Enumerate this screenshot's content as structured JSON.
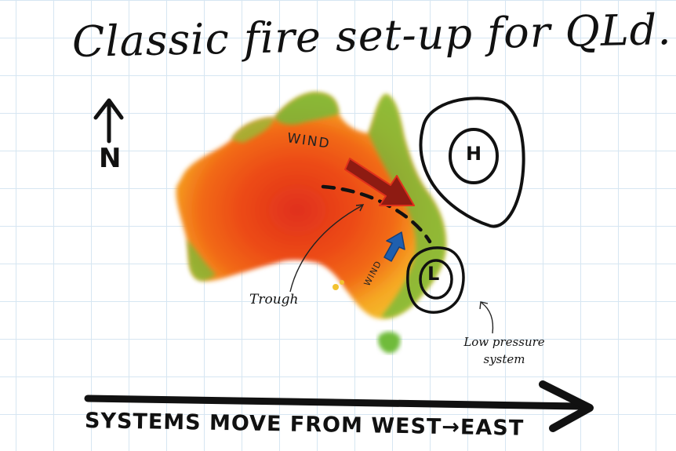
{
  "title": "Classic fire set-up for QLd.",
  "compass": {
    "label": "N",
    "icon": "north-arrow-icon"
  },
  "labels": {
    "wind_main": "WIND",
    "wind_small": "WIND",
    "trough": "Trough",
    "high": "H",
    "low": "L",
    "low_pressure_line1": "Low pressure",
    "low_pressure_line2": "system"
  },
  "bottom_caption": "SYSTEMS MOVE FROM WEST→EAST",
  "colors": {
    "hot_red": "#e0301b",
    "hot_orange": "#f26a16",
    "warm_orange": "#f5a623",
    "warm_yellow": "#f2c230",
    "coast_green": "#6fbb3a",
    "wind_arrow_red": "#8e1b12",
    "wind_arrow_blue": "#1f5fae",
    "grid": "#d6e6f2",
    "ink": "#111111"
  }
}
